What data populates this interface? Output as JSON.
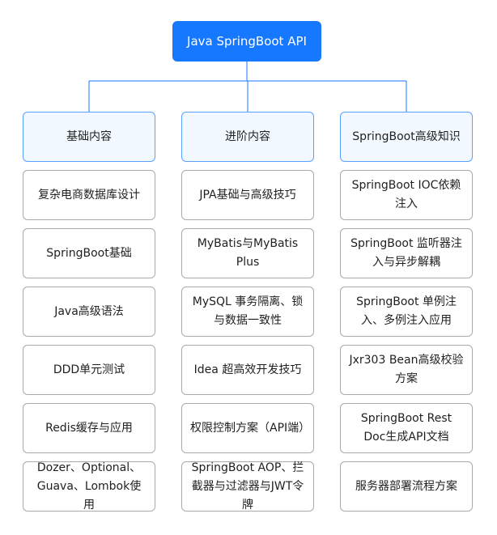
{
  "root": "Java SpringBoot API",
  "columns": [
    {
      "title": "基础内容",
      "items": [
        "复杂电商数据库设计",
        "SpringBoot基础",
        "Java高级语法",
        "DDD单元测试",
        "Redis缓存与应用",
        "Dozer、Optional、Guava、Lombok使用"
      ]
    },
    {
      "title": "进阶内容",
      "items": [
        "JPA基础与高级技巧",
        "MyBatis与MyBatis Plus",
        "MySQL 事务隔离、锁与数据一致性",
        "Idea 超高效开发技巧",
        "权限控制方案（API端）",
        "SpringBoot AOP、拦截器与过滤器与JWT令牌"
      ]
    },
    {
      "title": "SpringBoot高级知识",
      "items": [
        "SpringBoot IOC依赖注入",
        "SpringBoot 监听器注入与异步解耦",
        "SpringBoot 单例注入、多例注入应用",
        "Jxr303 Bean高级校验方案",
        "SpringBoot Rest Doc生成API文档",
        "服务器部署流程方案"
      ]
    }
  ],
  "colors": {
    "root_fill": "#1677ff",
    "category_fill": "#f2f8ff",
    "category_border": "#5aa0ff",
    "item_border": "#a9a9a9",
    "connector": "#1677ff"
  }
}
